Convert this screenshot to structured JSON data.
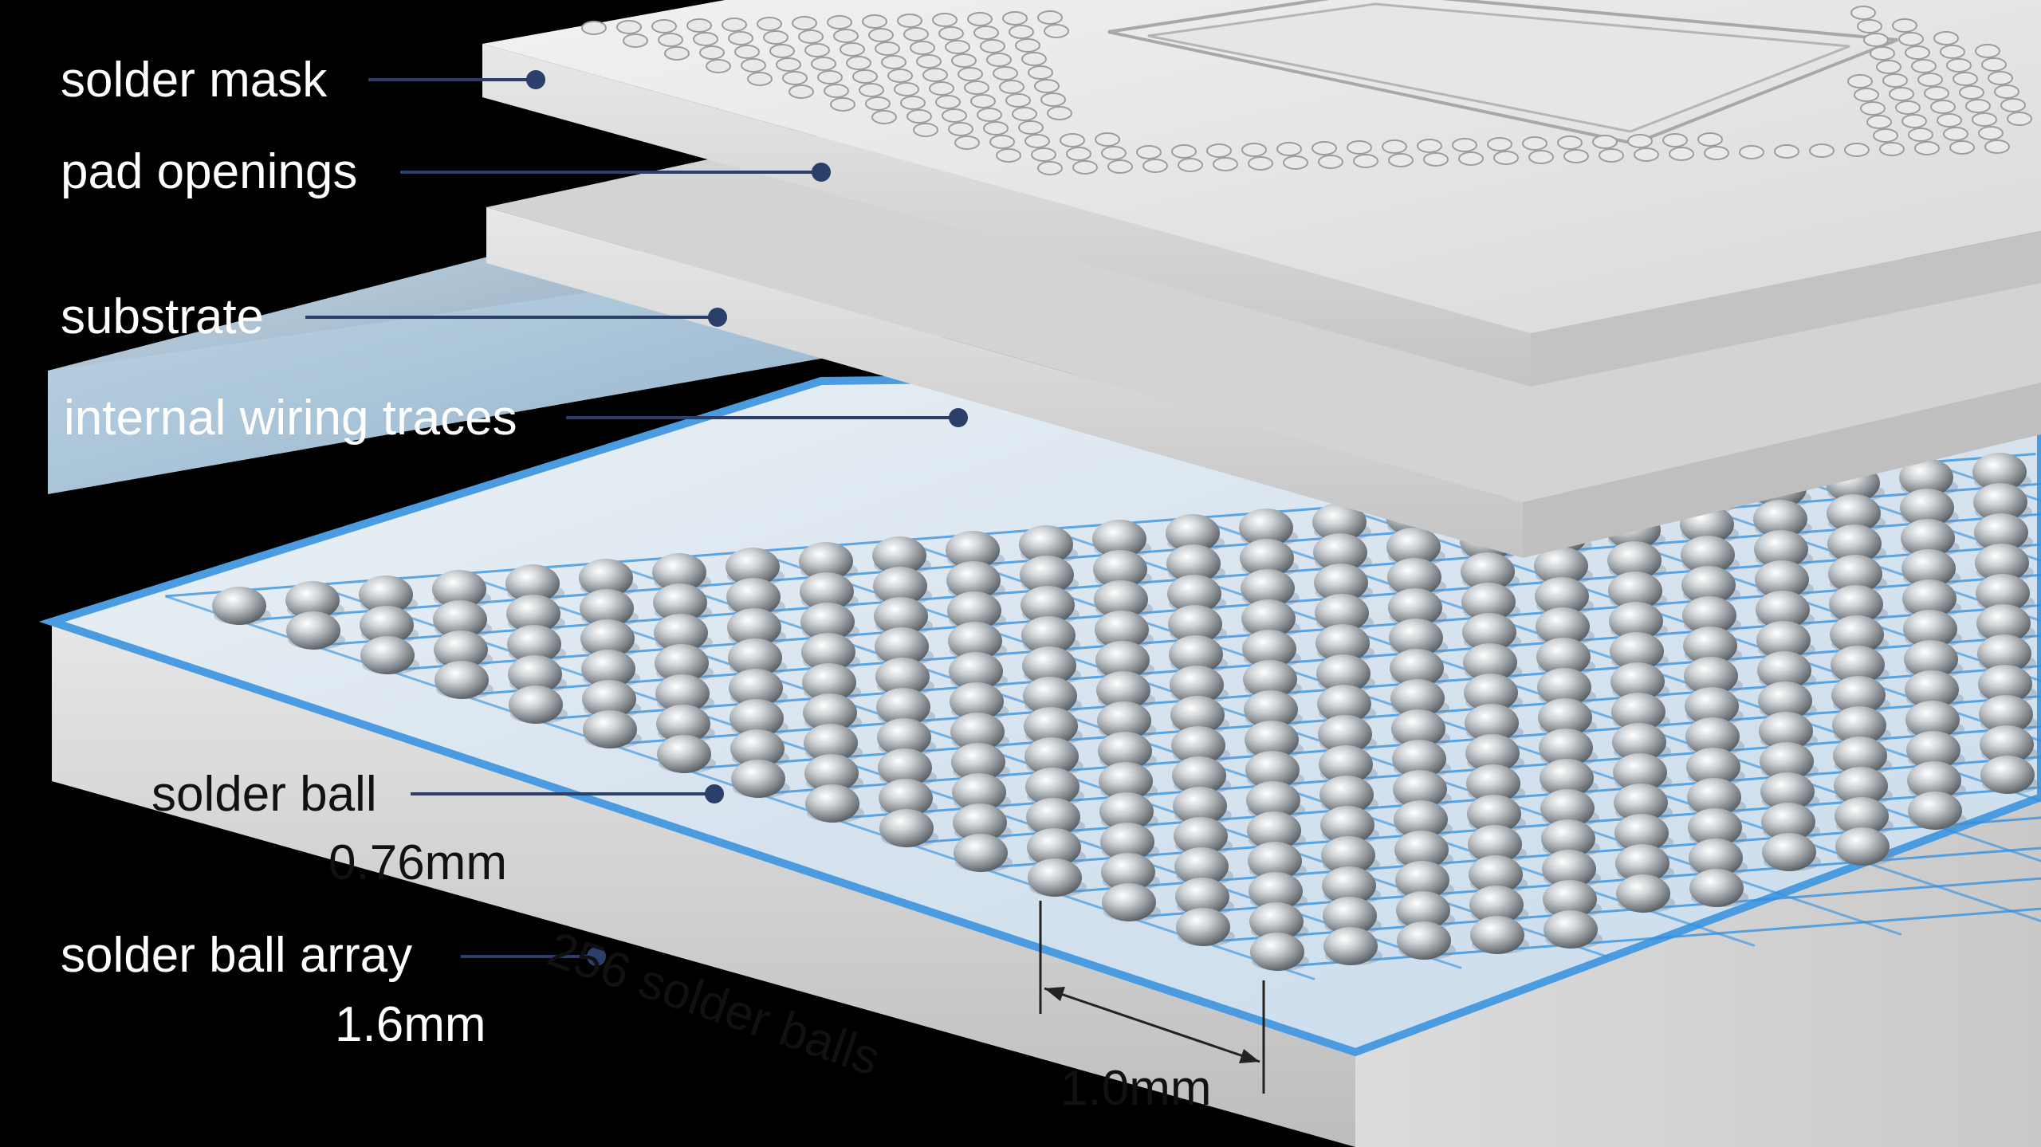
{
  "labels": {
    "solder_mask": "solder mask",
    "pad_openings": "pad openings",
    "substrate": "substrate",
    "internal_wiring_traces": "internal wiring traces",
    "solder_ball": "solder ball",
    "ball_diameter": "0.76mm",
    "solder_ball_array": "solder ball array",
    "array_thickness": "1.6mm",
    "ball_count": "256 solder balls",
    "ball_pitch": "1.0mm"
  },
  "colors": {
    "background": "#000000",
    "leader_line": "#2b3f6b",
    "trace_blue": "#2d8fe0",
    "board_top": "#d8e2ea",
    "layer_gray": "#d6d6d6"
  }
}
